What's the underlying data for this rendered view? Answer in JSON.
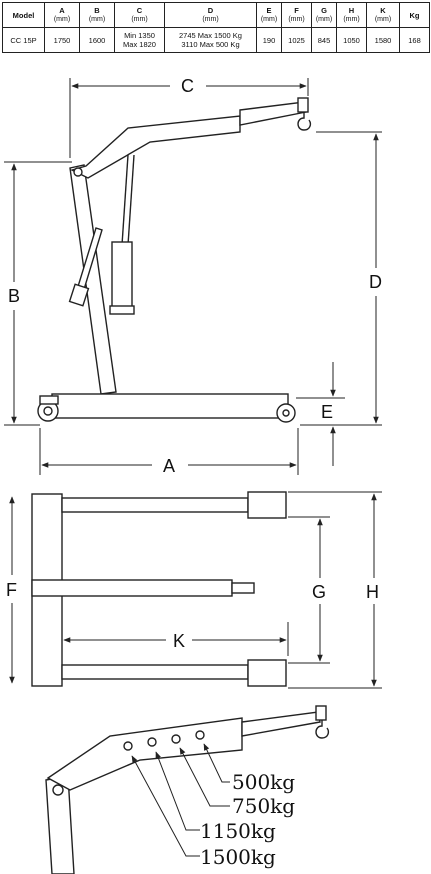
{
  "table": {
    "headers": [
      {
        "label": "Model",
        "unit": ""
      },
      {
        "label": "A",
        "unit": "(mm)"
      },
      {
        "label": "B",
        "unit": "(mm)"
      },
      {
        "label": "C",
        "unit": "(mm)"
      },
      {
        "label": "D",
        "unit": "(mm)"
      },
      {
        "label": "E",
        "unit": "(mm)"
      },
      {
        "label": "F",
        "unit": "(mm)"
      },
      {
        "label": "G",
        "unit": "(mm)"
      },
      {
        "label": "H",
        "unit": "(mm)"
      },
      {
        "label": "K",
        "unit": "(mm)"
      },
      {
        "label": "Kg",
        "unit": ""
      }
    ],
    "row": {
      "model": "CC 15P",
      "a": "1750",
      "b": "1600",
      "c_min": "Min  1350",
      "c_max": "Max  1820",
      "d_line1": "2745 Max 1500 Kg",
      "d_line2": "3110 Max   500 Kg",
      "e": "190",
      "f": "1025",
      "g": "845",
      "h": "1050",
      "k": "1580",
      "kg": "168"
    }
  },
  "dimension_labels": {
    "a": "A",
    "b": "B",
    "c": "C",
    "d": "D",
    "e": "E",
    "f": "F",
    "g": "G",
    "h": "H",
    "k": "K"
  },
  "boom_positions": [
    "500kg",
    "750kg",
    "1150kg",
    "1500kg"
  ],
  "colors": {
    "line": "#222222",
    "frame_fill": "#ffffff"
  }
}
